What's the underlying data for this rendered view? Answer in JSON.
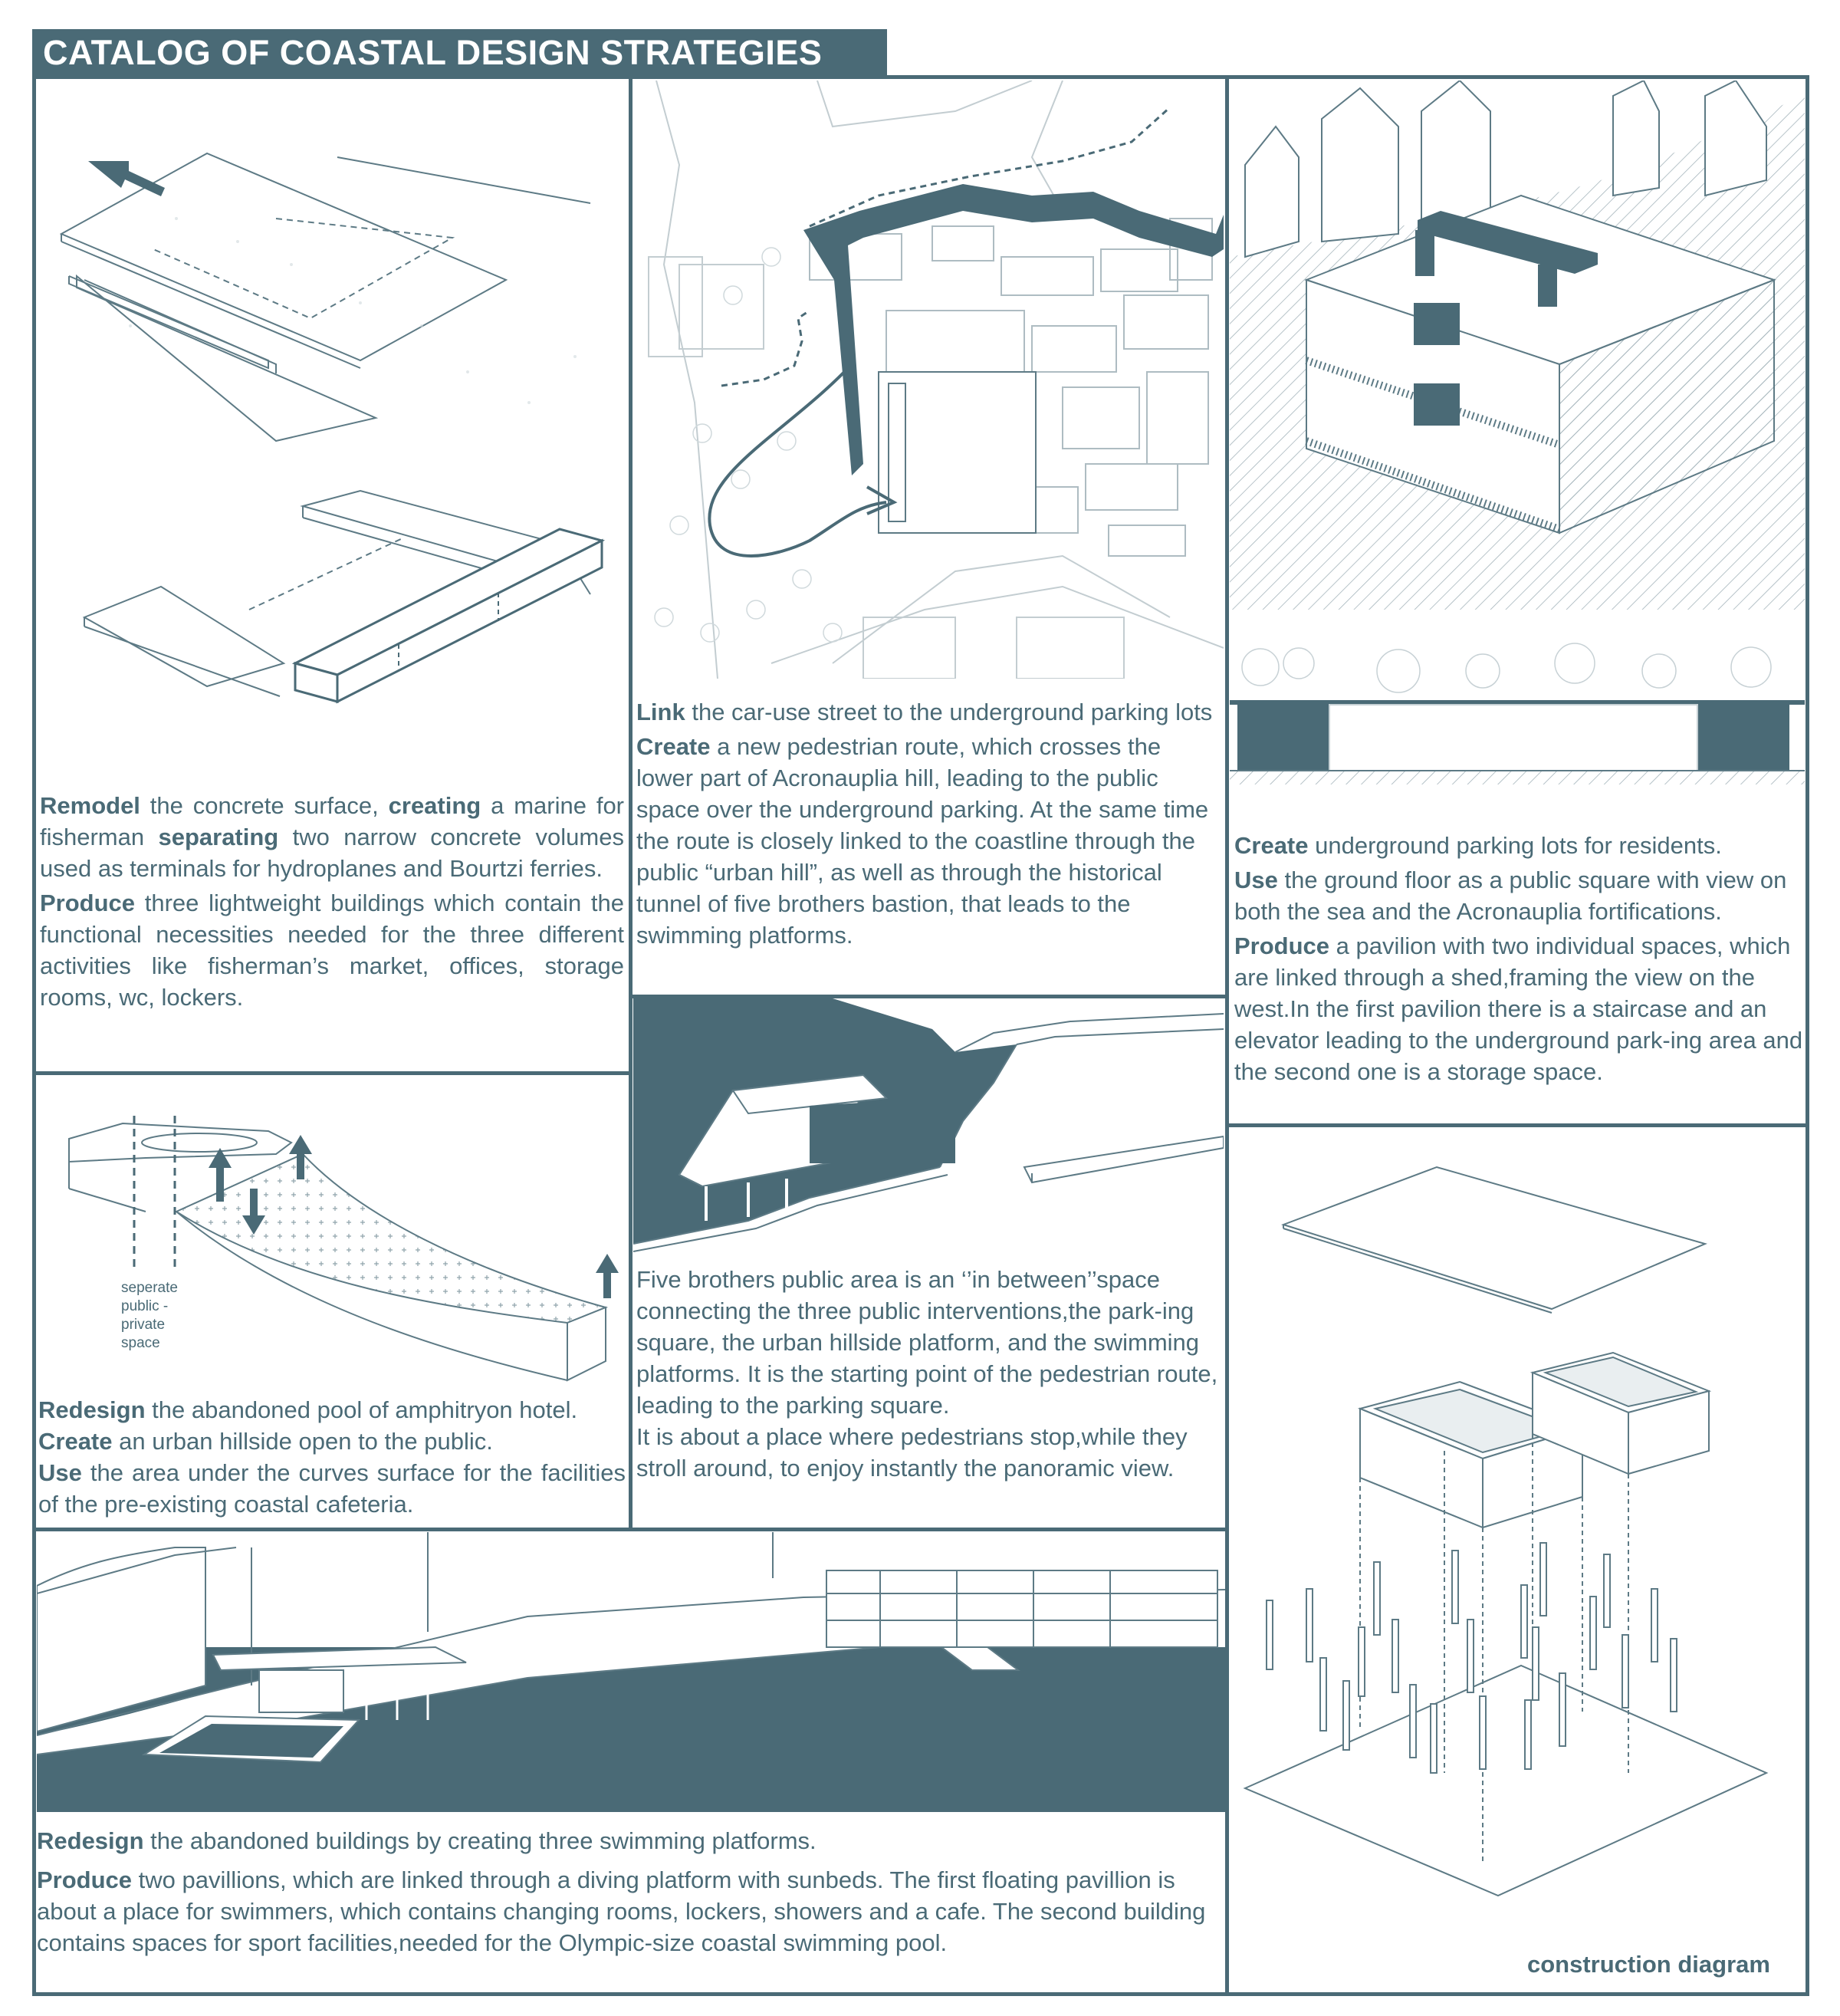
{
  "title": "CATALOG OF COASTAL DESIGN STRATEGIES",
  "panels": {
    "marina": {
      "p1_b1": "Remodel",
      "p1_t1": " the concrete surface, ",
      "p1_b2": "creating",
      "p1_t2": " a marine for fisherman ",
      "p1_b3": "separating",
      "p1_t3": " two narrow concrete volumes used as terminals for hydroplanes and Bourtzi ferries.",
      "p2_b1": "Produce",
      "p2_t1": " three lightweight buildings which contain the functional necessities needed for the three different activities like fisherman’s market, offices, storage rooms, wc, lockers."
    },
    "parking_route": {
      "p1_b1": "Link",
      "p1_t1": " the car-use street to the underground parking lots",
      "p2_b1": "Create",
      "p2_t1": " a new pedestrian route, which crosses the lower part of Acronauplia hill, leading to the public space over the underground parking. At the same time the route is closely linked to the coastline through the public “urban hill”, as well as through the historical tunnel of five brothers bastion, that leads to the swimming platforms."
    },
    "underground_parking": {
      "p1_b1": "Create",
      "p1_t1": " underground parking lots for residents.",
      "p2_b1": "Use",
      "p2_t1": " the ground floor as a public square with view on both the sea and the Acronauplia fortifications.",
      "p3_b1": "Produce",
      "p3_t1": " a pavilion with two individual spaces, which are linked through a shed,framing the view on the west.In the first pavilion there is a staircase and an elevator leading to the underground park-ing area and the second one is a storage space."
    },
    "hillside": {
      "annotation": "seperate public - private space",
      "p1_b1": "Redesign",
      "p1_t1": " the abandoned pool of amphitryon hotel.",
      "p2_b1": "Create",
      "p2_t1": " an urban hillside open to the public.",
      "p3_b1": "Use",
      "p3_t1": " the area under the curves surface for the facilities of the pre-existing coastal cafeteria."
    },
    "five_brothers": {
      "p1_t1": "Five brothers public area is an ‘’in between’’space connecting the three public interventions,the park-ing square, the urban hillside platform, and the swimming platforms. It is the starting point of the pedestrian route, leading to the parking square.",
      "p2_t1": "It is about a place where pedestrians stop,while they stroll around, to enjoy instantly the panoramic view."
    },
    "swimming": {
      "p1_b1": "Redesign",
      "p1_t1": " the abandoned buildings by creating three swimming platforms.",
      "p2_b1": "Produce",
      "p2_t1": " two pavillions, which are linked through a diving platform with sunbeds. The first floating pavillion is about a place for swimmers, which contains changing rooms, lockers, showers and a cafe. The second building contains spaces for sport facilities,needed for the Olympic-size coastal swimming pool."
    },
    "construction": {
      "label": "construction diagram"
    }
  },
  "colors": {
    "accent": "#4a6a76",
    "line": "#5d7a85",
    "background": "#ffffff"
  }
}
